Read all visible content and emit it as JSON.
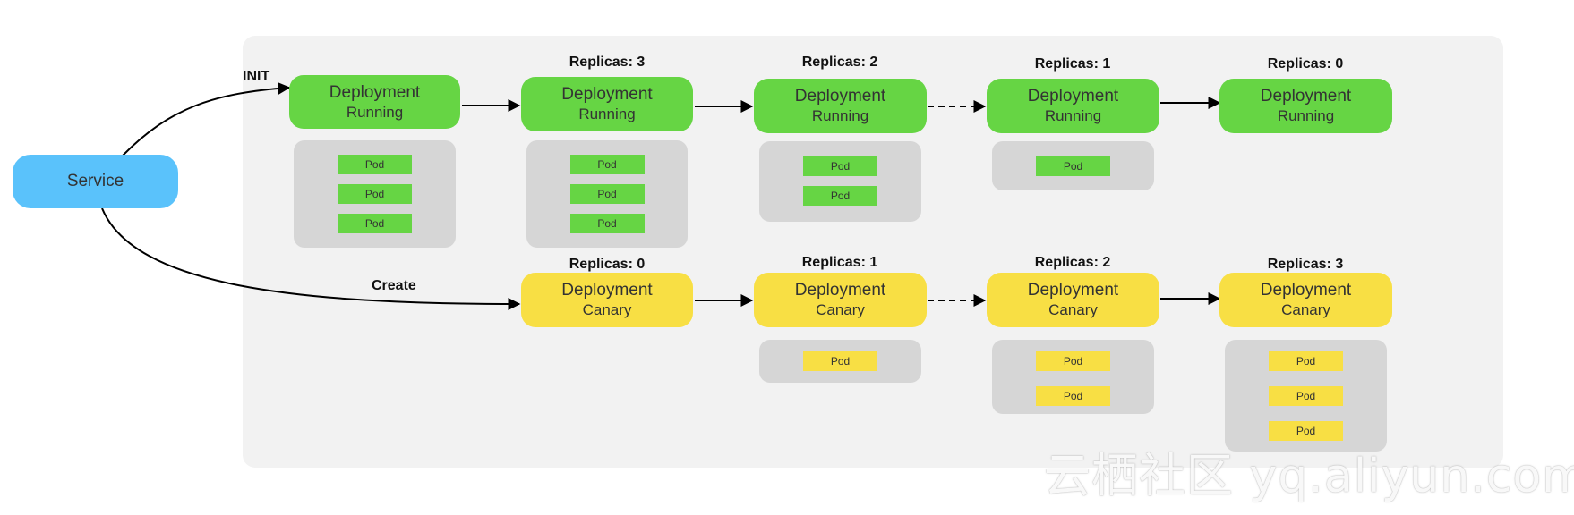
{
  "service": {
    "label": "Service"
  },
  "edge_labels": {
    "init": "INIT",
    "create": "Create"
  },
  "running_row": [
    {
      "title": "Deployment",
      "status": "Running",
      "replicas": "",
      "pods": [
        "Pod",
        "Pod",
        "Pod"
      ]
    },
    {
      "title": "Deployment",
      "status": "Running",
      "replicas": "Replicas: 3",
      "pods": [
        "Pod",
        "Pod",
        "Pod"
      ]
    },
    {
      "title": "Deployment",
      "status": "Running",
      "replicas": "Replicas: 2",
      "pods": [
        "Pod",
        "Pod"
      ]
    },
    {
      "title": "Deployment",
      "status": "Running",
      "replicas": "Replicas: 1",
      "pods": [
        "Pod"
      ]
    },
    {
      "title": "Deployment",
      "status": "Running",
      "replicas": "Replicas: 0",
      "pods": []
    }
  ],
  "canary_row": [
    {
      "title": "Deployment",
      "status": "Canary",
      "replicas": "Replicas: 0",
      "pods": []
    },
    {
      "title": "Deployment",
      "status": "Canary",
      "replicas": "Replicas: 1",
      "pods": [
        "Pod"
      ]
    },
    {
      "title": "Deployment",
      "status": "Canary",
      "replicas": "Replicas: 2",
      "pods": [
        "Pod",
        "Pod"
      ]
    },
    {
      "title": "Deployment",
      "status": "Canary",
      "replicas": "Replicas: 3",
      "pods": [
        "Pod",
        "Pod",
        "Pod"
      ]
    }
  ],
  "watermark": "云栖社区 yq.aliyun.com",
  "colors": {
    "service": "#5ac2fb",
    "running": "#66d544",
    "canary": "#f8df44",
    "pod_box": "#d6d6d6",
    "panel": "#f2f2f2"
  }
}
